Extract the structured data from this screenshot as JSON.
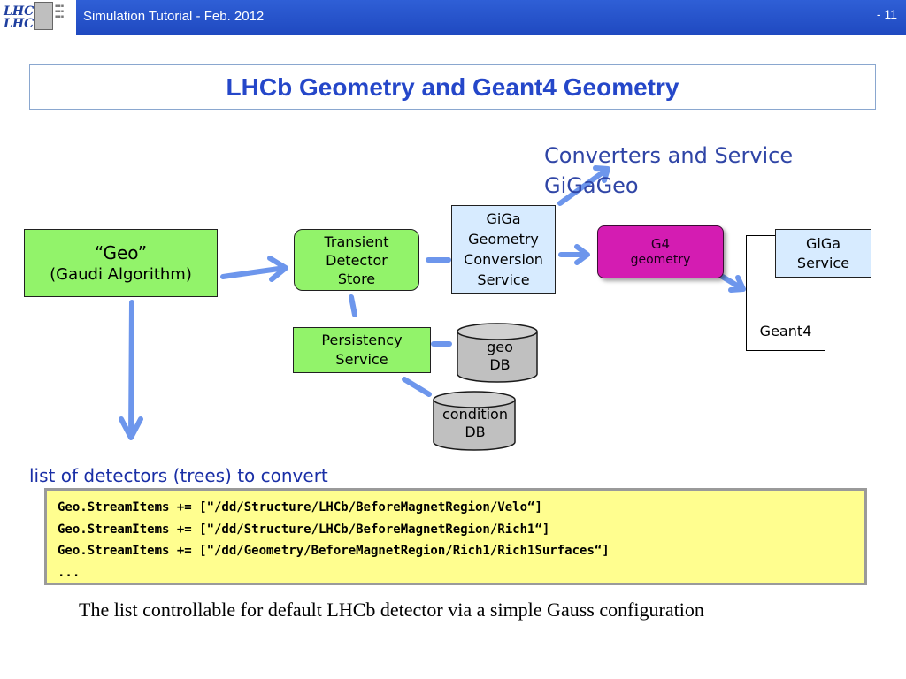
{
  "header": {
    "logo_text_line1": "LHC",
    "logo_text_line2": "LHC",
    "title": "Simulation Tutorial - Feb. 2012",
    "page_number": "- 11"
  },
  "slide": {
    "title": "LHCb Geometry and Geant4 Geometry"
  },
  "diagram": {
    "converters_label_line1": "Converters and Service",
    "converters_label_line2": "GiGaGeo",
    "geo_box": {
      "title": "“Geo”",
      "subtitle": "(Gaudi Algorithm)"
    },
    "transient_store": {
      "line1": "Transient",
      "line2": "Detector",
      "line3": "Store"
    },
    "giga_conversion": {
      "line1": "GiGa",
      "line2": "Geometry",
      "line3": "Conversion",
      "line4": "Service"
    },
    "g4_box": {
      "line1": "G4",
      "line2": "geometry"
    },
    "geant4_label": "Geant4",
    "giga_service": {
      "line1": "GiGa",
      "line2": "Service"
    },
    "persistency": {
      "line1": "Persistency",
      "line2": "Service"
    },
    "geo_db": {
      "line1": "geo",
      "line2": "DB"
    },
    "condition_db": {
      "line1": "condition",
      "line2": "DB"
    }
  },
  "list_label": "list of detectors (trees) to convert",
  "code_lines": [
    "Geo.StreamItems += [\"/dd/Structure/LHCb/BeforeMagnetRegion/Velo“]",
    "Geo.StreamItems += [\"/dd/Structure/LHCb/BeforeMagnetRegion/Rich1“]",
    "Geo.StreamItems += [\"/dd/Geometry/BeforeMagnetRegion/Rich1/Rich1Surfaces“]",
    "..."
  ],
  "note": "The list controllable for default LHCb detector via a simple Gauss configuration",
  "colors": {
    "header_bar": "#2f5fd6",
    "title": "#2547c9",
    "green_box": "#92f36a",
    "light_blue_box": "#d7ebff",
    "g4_box": "#d41cb2",
    "cylinder": "#c0c0c0",
    "arrow": "#6d96ec",
    "code_background": "#fffe8f"
  }
}
